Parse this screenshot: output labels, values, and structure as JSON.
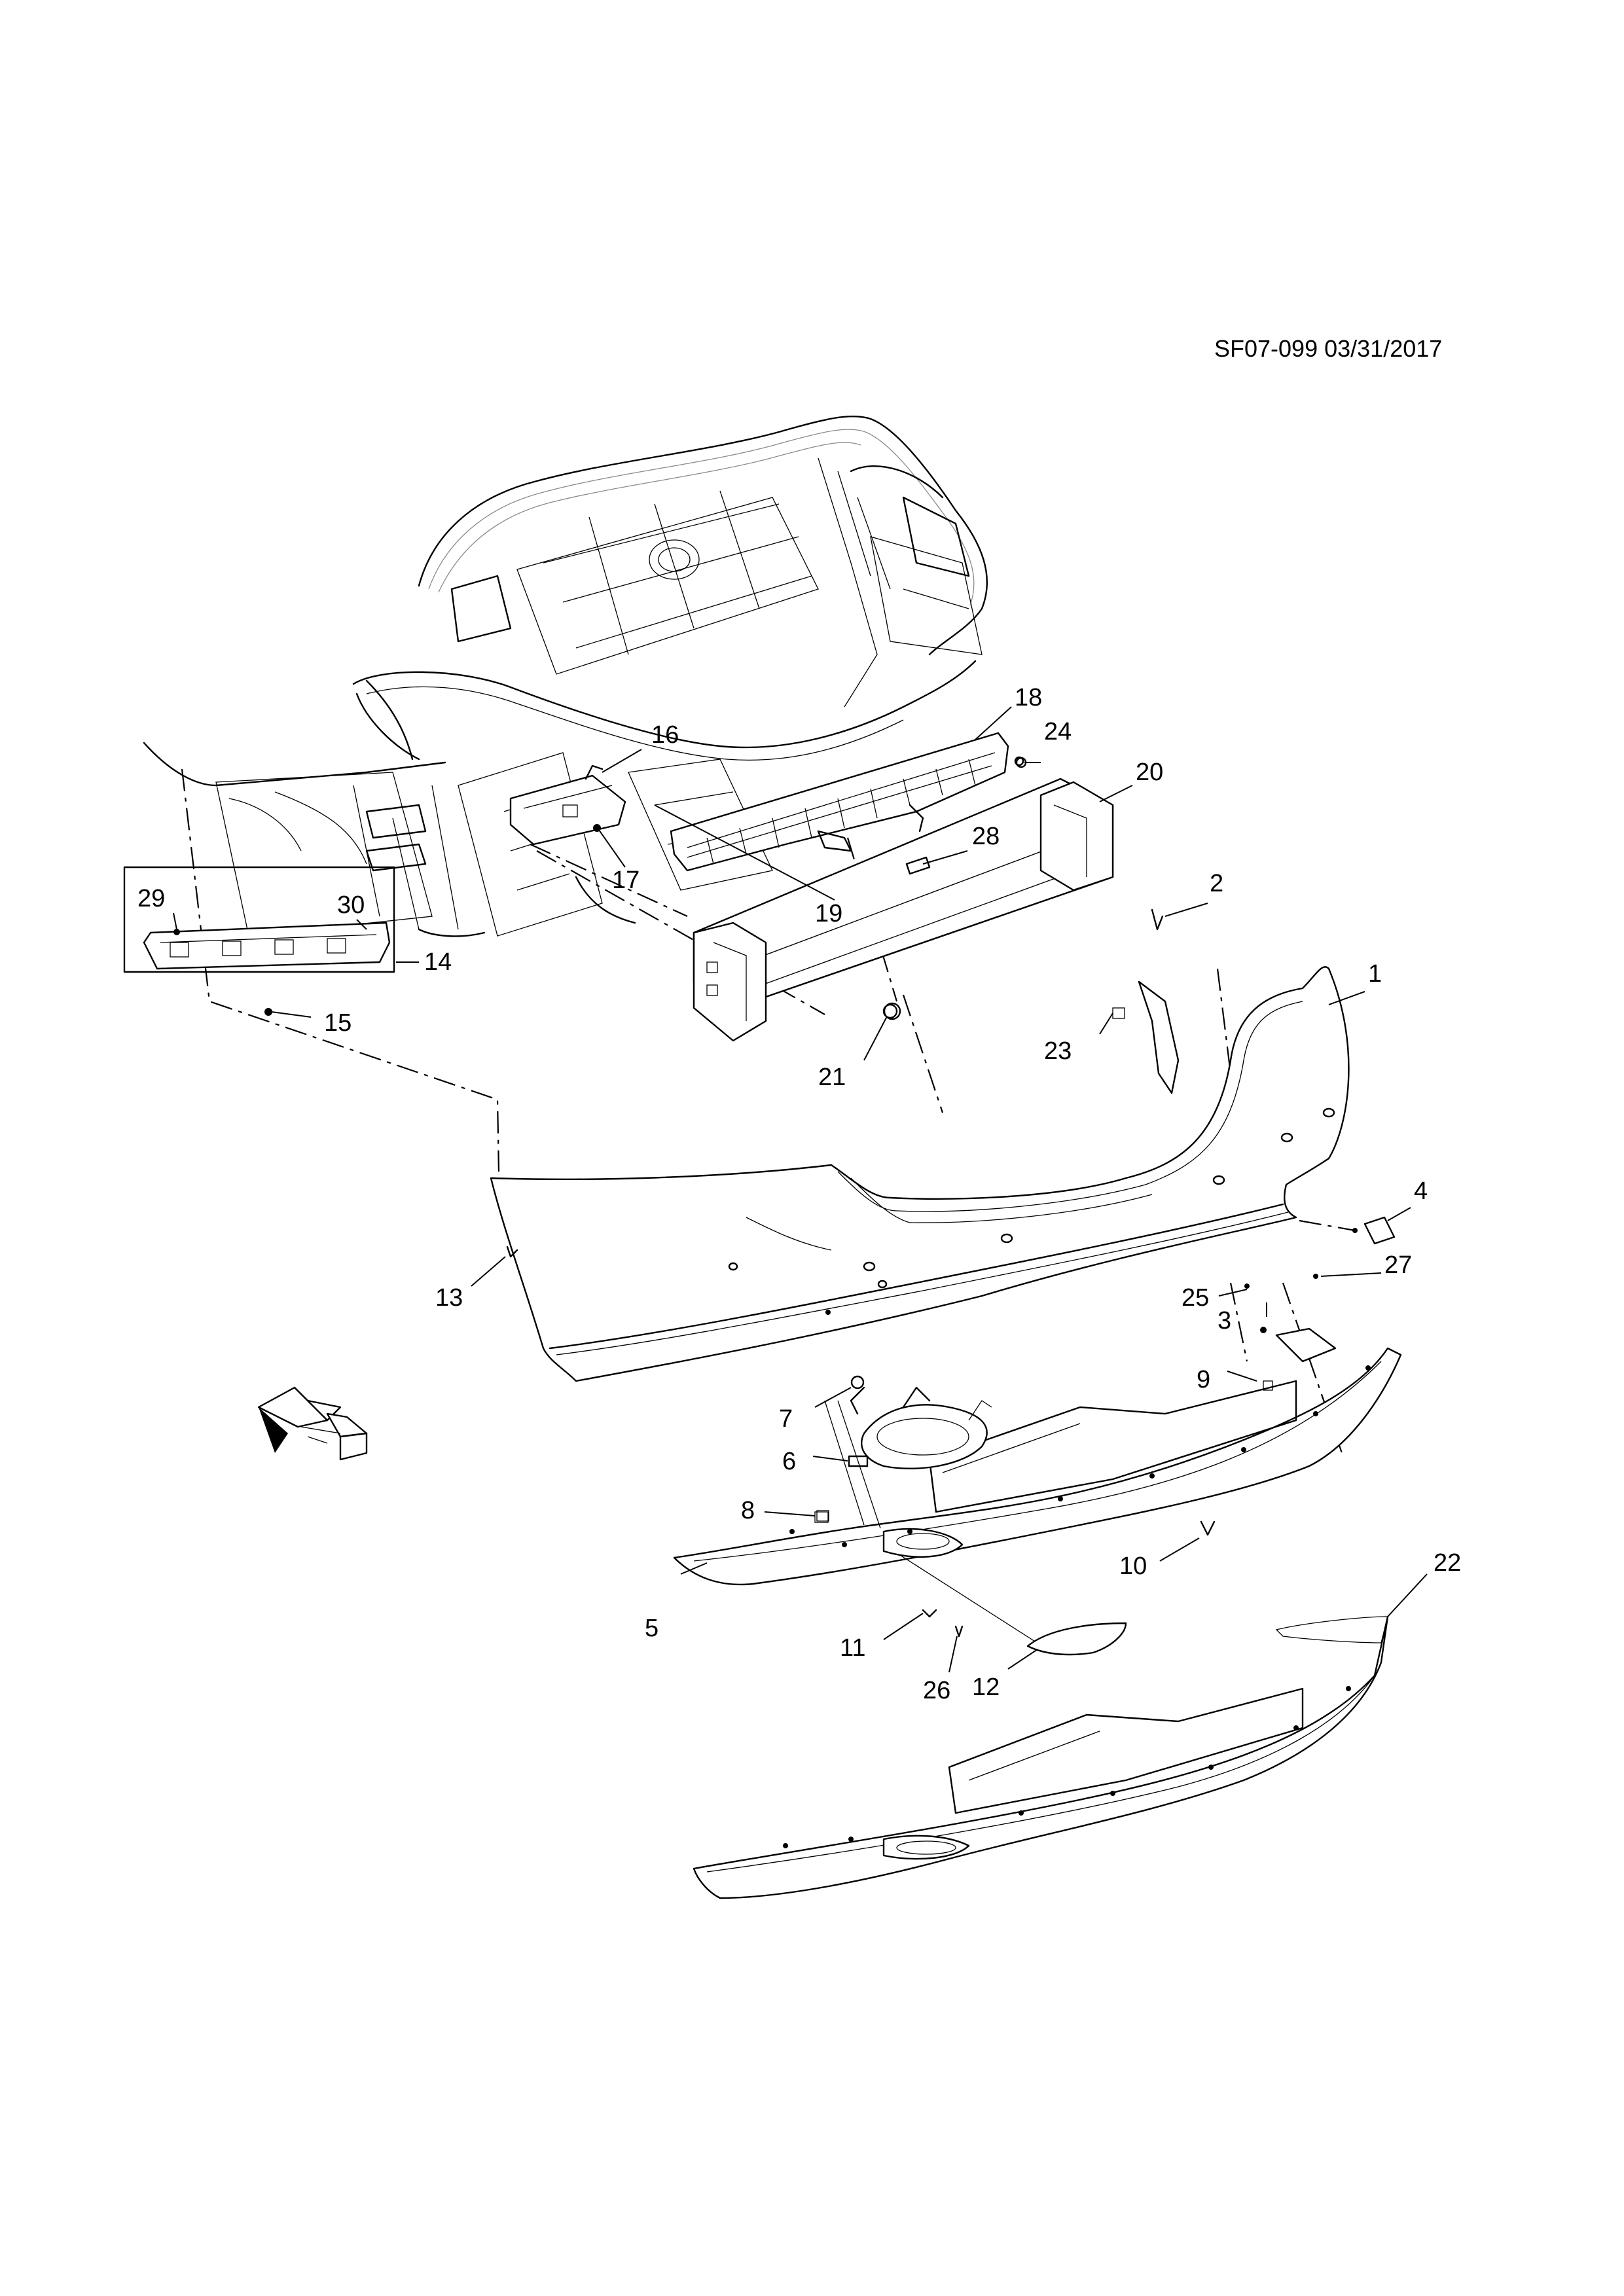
{
  "header": {
    "code": "SF07-099 03/31/2017"
  },
  "callouts": [
    {
      "id": "1",
      "text": "1"
    },
    {
      "id": "2",
      "text": "2"
    },
    {
      "id": "3",
      "text": "3"
    },
    {
      "id": "4",
      "text": "4"
    },
    {
      "id": "5",
      "text": "5"
    },
    {
      "id": "6",
      "text": "6"
    },
    {
      "id": "7",
      "text": "7"
    },
    {
      "id": "8",
      "text": "8"
    },
    {
      "id": "9",
      "text": "9"
    },
    {
      "id": "10",
      "text": "10"
    },
    {
      "id": "11",
      "text": "11"
    },
    {
      "id": "12",
      "text": "12"
    },
    {
      "id": "13",
      "text": "13"
    },
    {
      "id": "14",
      "text": "14"
    },
    {
      "id": "15",
      "text": "15"
    },
    {
      "id": "16",
      "text": "16"
    },
    {
      "id": "17",
      "text": "17"
    },
    {
      "id": "18",
      "text": "18"
    },
    {
      "id": "19",
      "text": "19"
    },
    {
      "id": "20",
      "text": "20"
    },
    {
      "id": "21",
      "text": "21"
    },
    {
      "id": "22",
      "text": "22"
    },
    {
      "id": "23",
      "text": "23"
    },
    {
      "id": "24",
      "text": "24"
    },
    {
      "id": "25",
      "text": "25"
    },
    {
      "id": "26",
      "text": "26"
    },
    {
      "id": "27",
      "text": "27"
    },
    {
      "id": "28",
      "text": "28"
    },
    {
      "id": "29",
      "text": "29"
    },
    {
      "id": "30",
      "text": "30"
    }
  ],
  "front_indicator": {
    "icon": "front-arrow-icon"
  }
}
